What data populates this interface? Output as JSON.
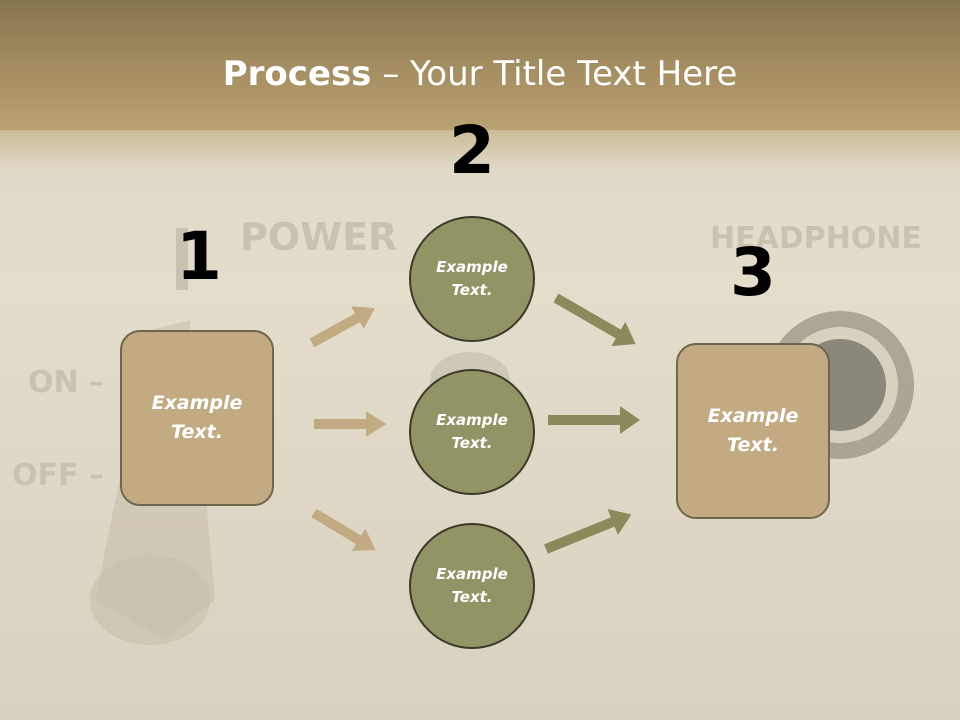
{
  "title": {
    "bold": "Process",
    "rest": " – Your Title Text Here"
  },
  "steps": [
    {
      "number": "1",
      "text": "Example\nText."
    },
    {
      "number": "2",
      "circles": [
        "Example\nText.",
        "Example\nText.",
        "Example\nText."
      ]
    },
    {
      "number": "3",
      "text": "Example\nText."
    }
  ],
  "background": {
    "panel_labels": [
      "POWER",
      "HEADPHONE",
      "ON –",
      "OFF –"
    ]
  },
  "colors": {
    "title_band": "#a08a5f",
    "box_fill": "#c2ab83",
    "circle_fill": "#939466",
    "arrow_tan": "#c2ab83",
    "arrow_olive": "#8a8a5c"
  }
}
